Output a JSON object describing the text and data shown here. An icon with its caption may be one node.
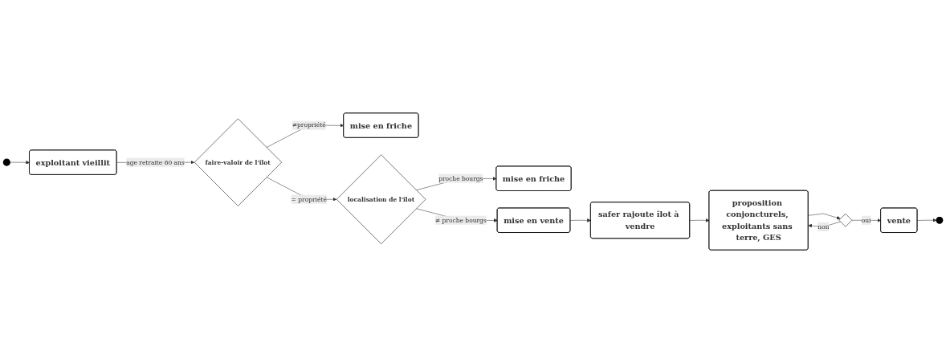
{
  "diagram": {
    "nodes": [
      {
        "text": [],
        "shape": "circle"
      },
      {
        "text": [
          "exploitant vieillit"
        ]
      },
      {
        "text": [
          "faire-valoir de l'îlot"
        ]
      },
      {
        "text": [
          "mise en friche"
        ]
      },
      {
        "text": [
          "localisation de l'îlot"
        ]
      },
      {
        "text": [
          "mise en friche"
        ]
      },
      {
        "text": [
          "mise en vente"
        ]
      },
      {
        "text": [
          "safer rajoute îlot à vendre"
        ]
      },
      {
        "text": [
          "proposition conjoncturels, exploitants sans terre, GES"
        ]
      },
      {
        "text": [],
        "shape": "diamond"
      },
      {
        "text": [
          "vente"
        ]
      },
      {
        "text": [],
        "shape": "circle"
      }
    ],
    "edges": [
      {
        "from": 0,
        "to": 1,
        "arrow": "to"
      },
      {
        "from": 1,
        "to": 2,
        "arrow": "to",
        "label": "age retraite 60 ans"
      },
      {
        "from": 2,
        "to": 4,
        "arrow": "to",
        "label": "= propriété"
      },
      {
        "from": 2,
        "to": 3,
        "arrow": "to",
        "label": "≠propriété"
      },
      {
        "from": 4,
        "to": 6,
        "arrow": "to",
        "label": "≠ proche bourgs"
      },
      {
        "from": 4,
        "to": 5,
        "arrow": "to",
        "label": "proche bourgs"
      },
      {
        "from": 6,
        "to": 7,
        "arrow": "to"
      },
      {
        "from": 7,
        "to": 8,
        "arrow": "to"
      },
      {
        "from": 8,
        "to": 9,
        "arrow": "to"
      },
      {
        "from": 9,
        "to": 8,
        "arrow": "to",
        "label": "non"
      },
      {
        "from": 9,
        "to": 10,
        "arrow": "to",
        "label": "oui"
      },
      {
        "from": 10,
        "to": 11,
        "arrow": "to"
      }
    ]
  }
}
